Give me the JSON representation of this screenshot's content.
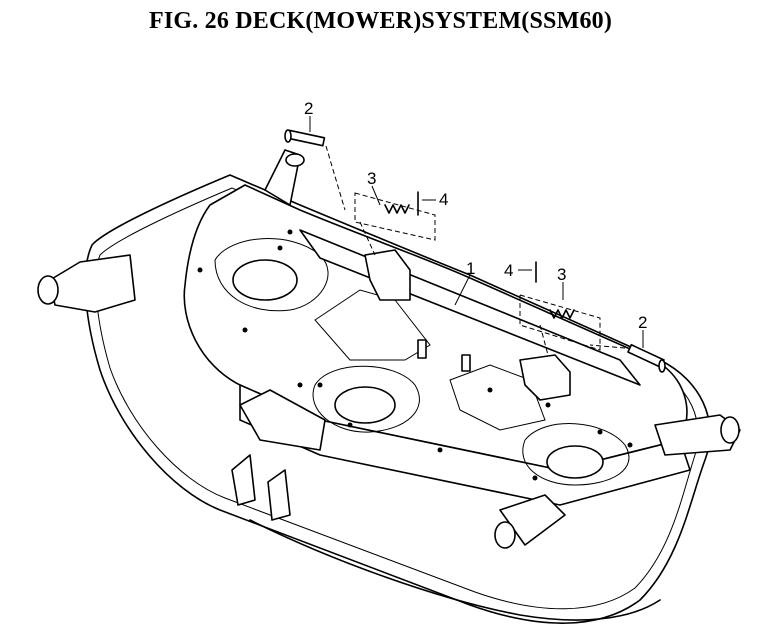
{
  "figure": {
    "title": "FIG. 26  DECK(MOWER)SYSTEM(SSM60)"
  },
  "callouts": {
    "deck": "1",
    "pin_left": "2",
    "spring_left": "3",
    "cotter_left": "4",
    "cotter_right": "4",
    "spring_right": "3",
    "pin_right": "2"
  }
}
